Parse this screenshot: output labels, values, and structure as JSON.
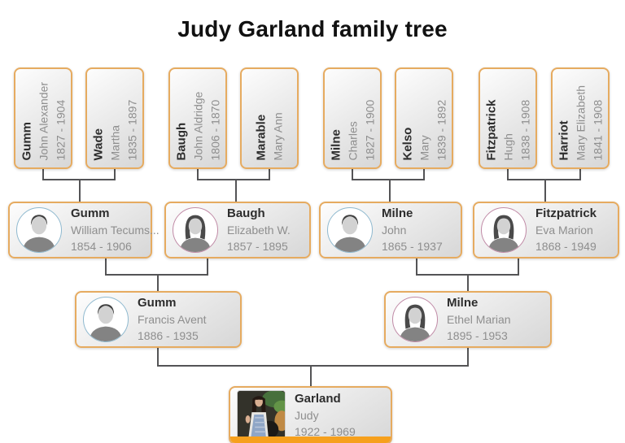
{
  "title": "Judy Garland family tree",
  "colors": {
    "card_border": "#e6ab60",
    "selected_bar": "#f6a01d",
    "male_ring": "#8fb9cf",
    "female_ring": "#c08aa6",
    "connector": "#545456"
  },
  "tree": {
    "generation1": [
      {
        "surname": "Gumm",
        "given": "John Alexander",
        "dates": "1827 - 1904"
      },
      {
        "surname": "Wade",
        "given": "Martha",
        "dates": "1835 - 1897"
      },
      {
        "surname": "Baugh",
        "given": "John Aldridge",
        "dates": "1806 - 1870"
      },
      {
        "surname": "Marable",
        "given": "Mary Ann",
        "dates": ""
      },
      {
        "surname": "Milne",
        "given": "Charles",
        "dates": "1827 - 1900"
      },
      {
        "surname": "Kelso",
        "given": "Mary",
        "dates": "1839 - 1892"
      },
      {
        "surname": "Fitzpatrick",
        "given": "Hugh",
        "dates": "1838 - 1908"
      },
      {
        "surname": "Harriot",
        "given": "Mary Elizabeth",
        "dates": "1841 - 1908"
      }
    ],
    "generation2": [
      {
        "surname": "Gumm",
        "given": "William Tecums...",
        "dates": "1854 - 1906",
        "gender": "male"
      },
      {
        "surname": "Baugh",
        "given": "Elizabeth W.",
        "dates": "1857 - 1895",
        "gender": "female"
      },
      {
        "surname": "Milne",
        "given": "John",
        "dates": "1865 - 1937",
        "gender": "male"
      },
      {
        "surname": "Fitzpatrick",
        "given": "Eva Marion",
        "dates": "1868 - 1949",
        "gender": "female"
      }
    ],
    "generation3": [
      {
        "surname": "Gumm",
        "given": "Francis Avent",
        "dates": "1886 - 1935",
        "gender": "male"
      },
      {
        "surname": "Milne",
        "given": "Ethel Marian",
        "dates": "1895 - 1953",
        "gender": "female"
      }
    ],
    "generation4": [
      {
        "surname": "Garland",
        "given": "Judy",
        "dates": "1922 - 1969",
        "photo": "judy-garland-portrait"
      }
    ]
  }
}
